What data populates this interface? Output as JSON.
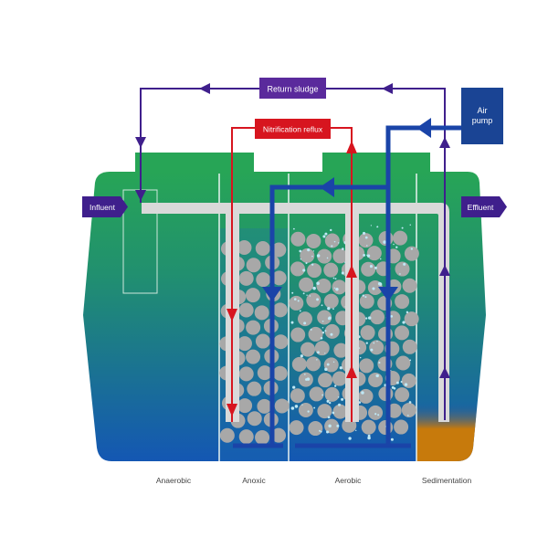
{
  "labels": {
    "return_sludge": "Return sludge",
    "nitrification_reflux": "Nitrification reflux",
    "air_pump_line1": "Air",
    "air_pump_line2": "pump",
    "influent": "Influent",
    "effluent": "Effluent"
  },
  "zones": [
    "Anaerobic",
    "Anoxic",
    "Aerobic",
    "Sedimentation"
  ],
  "colors": {
    "tank_top": "#27a556",
    "tank_bottom": "#1457b3",
    "sludge_line": "#3f1f8c",
    "reflux": "#d7151f",
    "air": "#1a44a8",
    "air_box": "#1a4494",
    "pipe": "#d9d9d9",
    "media": "#a8a8a8",
    "sediment": "#c77a0c"
  }
}
